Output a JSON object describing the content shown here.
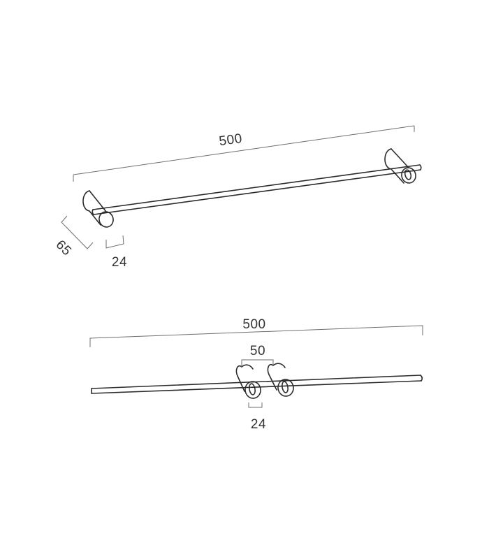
{
  "figure": {
    "top_view": {
      "dim_length": "500",
      "dim_depth": "65",
      "dim_diameter": "24"
    },
    "front_view": {
      "dim_length": "500",
      "dim_spacing": "50",
      "dim_diameter": "24"
    },
    "colors": {
      "outline": "#2b2b2b",
      "dimension": "#6e6e6e",
      "background": "#ffffff"
    }
  }
}
